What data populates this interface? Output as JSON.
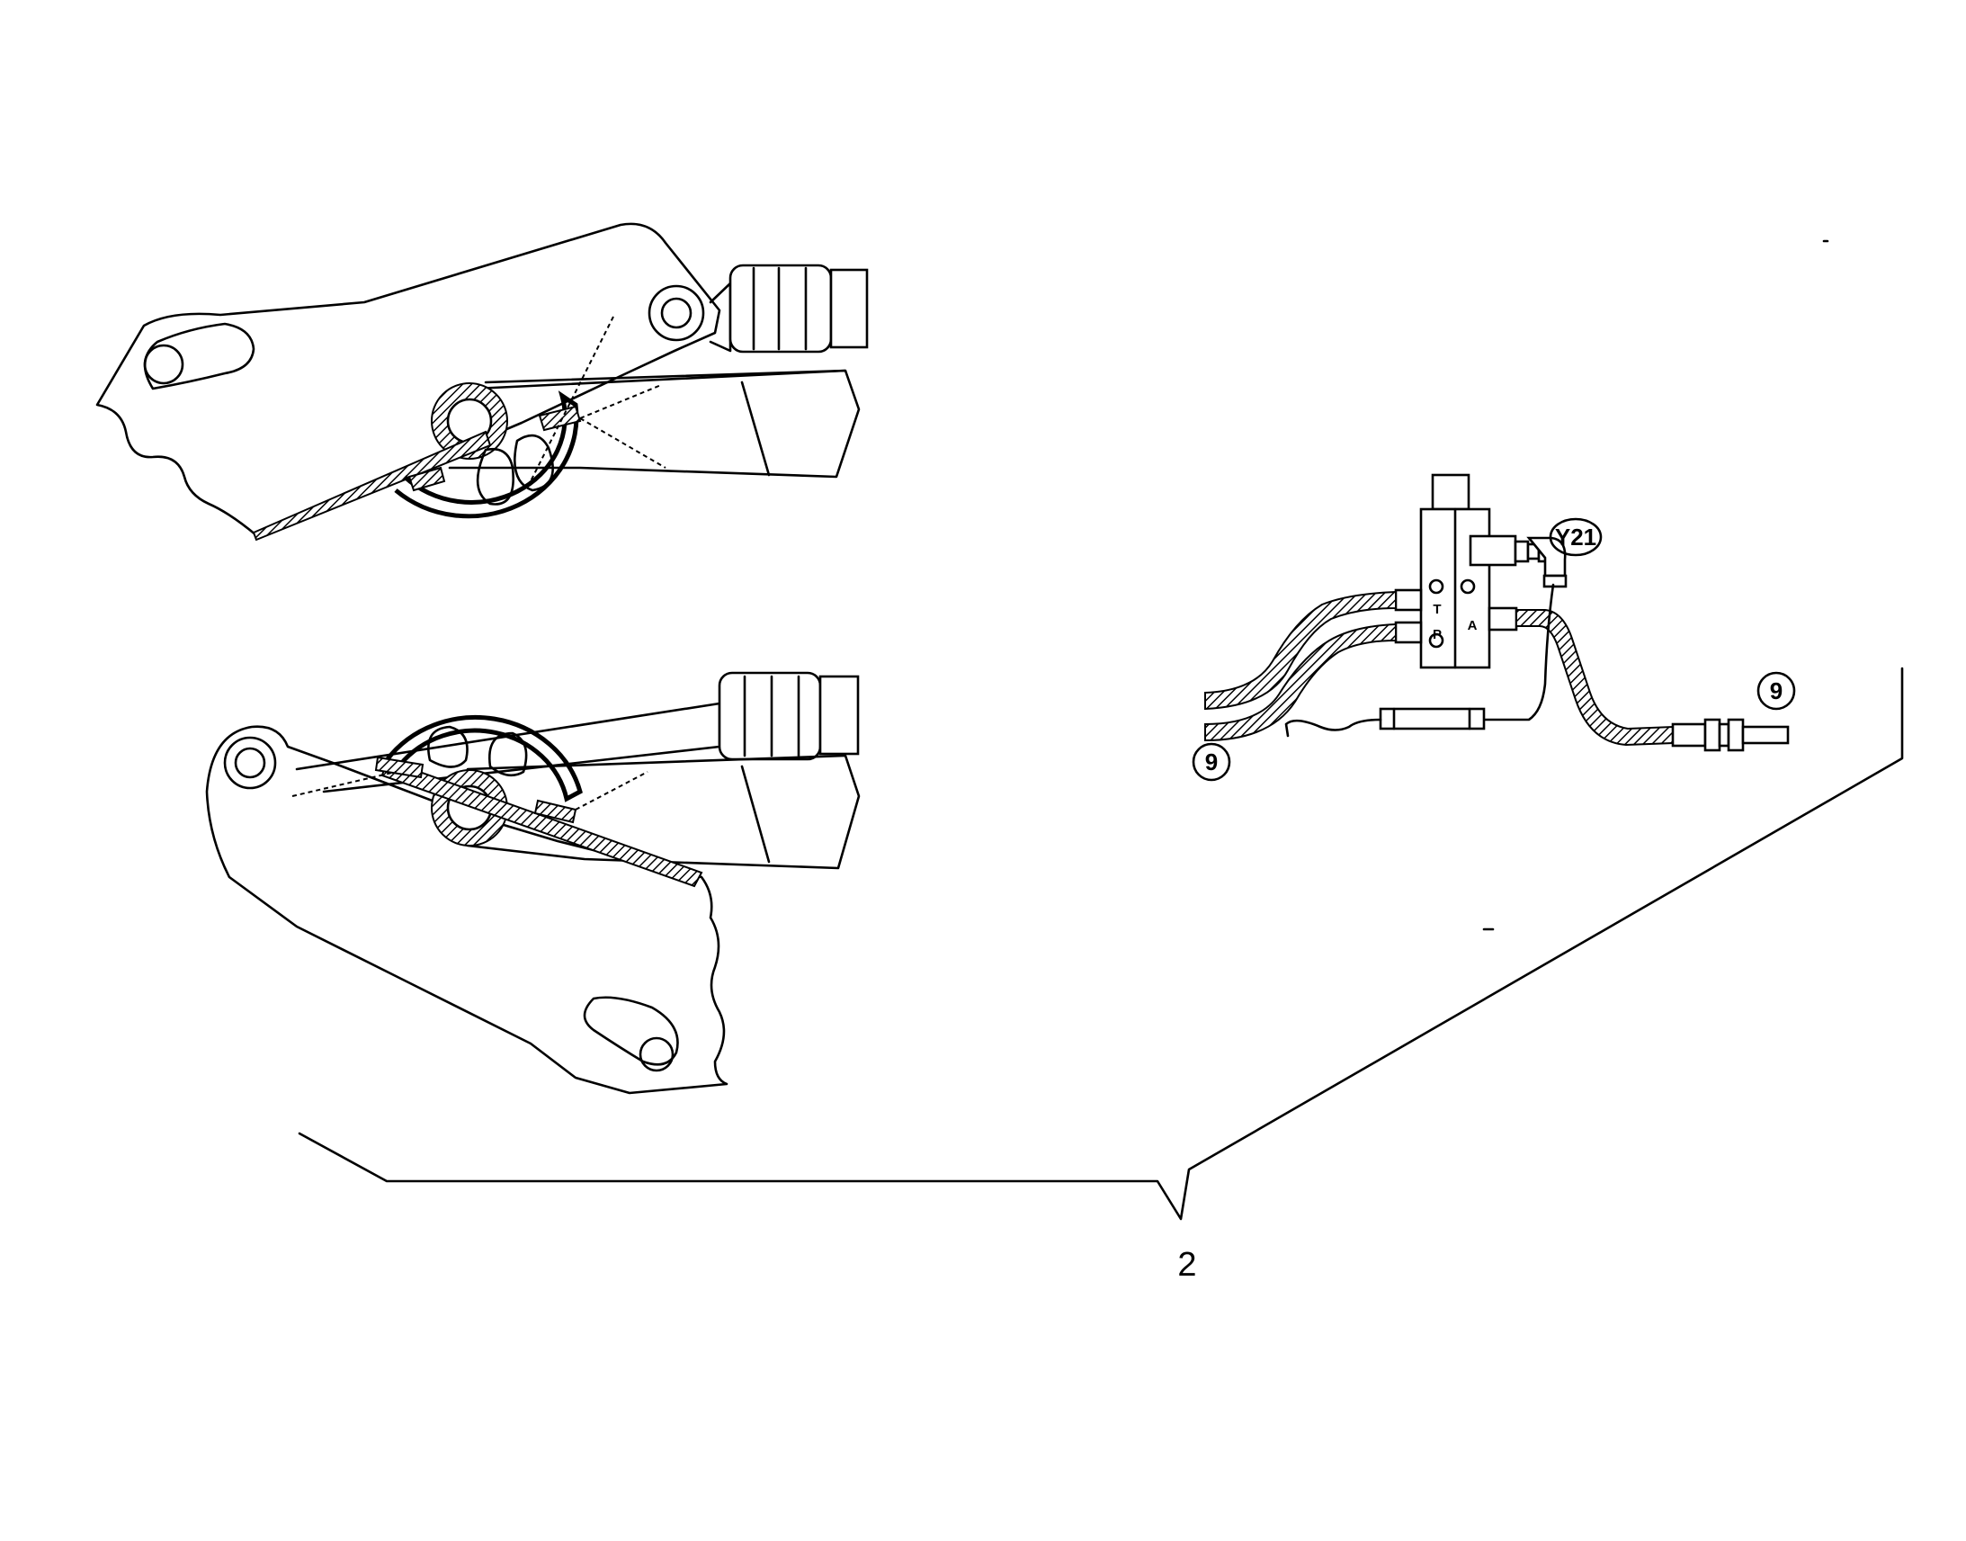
{
  "callouts": {
    "y21": "Y21",
    "nine_left": "9",
    "nine_right": "9",
    "assembly": "2"
  },
  "valve_ports": {
    "t": "T",
    "p": "P",
    "a": "A"
  }
}
